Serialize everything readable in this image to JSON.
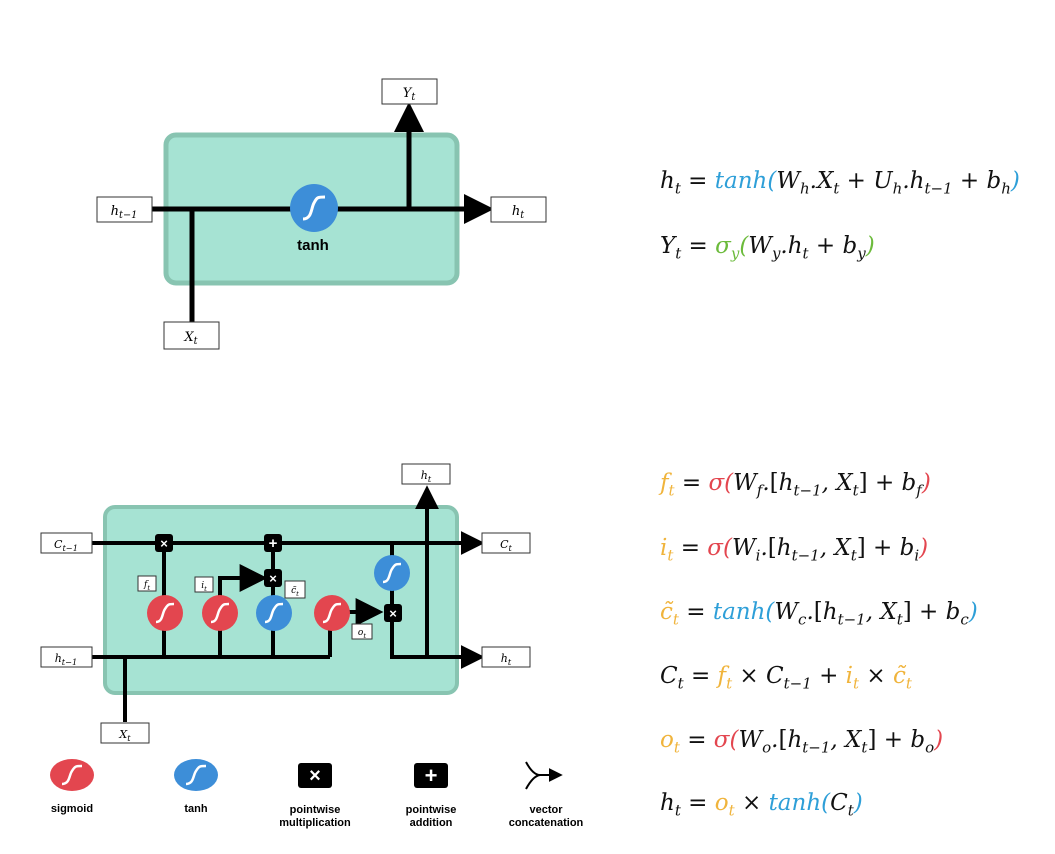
{
  "rnn": {
    "input_label": "X_t",
    "prev_label": "h_{t-1}",
    "out_label": "h_t",
    "y_label": "Y_t",
    "activation_label": "tanh"
  },
  "lstm": {
    "c_prev": "C_{t-1}",
    "c_out": "C_t",
    "h_prev": "h_{t-1}",
    "h_out": "h_t",
    "h_top": "h_t",
    "x_in": "X_t",
    "ft": "f_t",
    "it": "i_t",
    "ct_tilde": "c̃_t",
    "ot": "o_t"
  },
  "legend": [
    {
      "label": "sigmoid"
    },
    {
      "label": "tanh"
    },
    {
      "label": "pointwise multiplication"
    },
    {
      "label": "pointwise addition"
    },
    {
      "label": "vector concatenation"
    }
  ],
  "colors": {
    "cell_fill": "#a6e3d3",
    "cell_border": "#88c4b1",
    "sigmoid": "#e3464f",
    "tanh": "#3d8ed8",
    "eq_orange": "#f0b43c",
    "eq_red": "#e3464f",
    "eq_blue": "#2e9fd8",
    "eq_green": "#6cbb3c"
  },
  "equations": {
    "rnn_h": "h_t = tanh(W_h.X_t + U_h.h_{t-1} + b_h)",
    "rnn_y": "Y_t = σ_y(W_y.h_t + b_y)",
    "f": "f_t = σ(W_f.[h_{t-1}, X_t] + b_f)",
    "i": "i_t = σ(W_i.[h_{t-1}, X_t] + b_i)",
    "c_tilde": "c̃_t = tanh(W_c.[h_{t-1}, X_t] + b_c)",
    "c": "C_t = f_t × C_{t-1} + i_t × c̃_t",
    "o": "o_t = σ(W_o.[h_{t-1}, X_t] + b_o)",
    "h": "h_t = o_t × tanh(C_t)"
  }
}
